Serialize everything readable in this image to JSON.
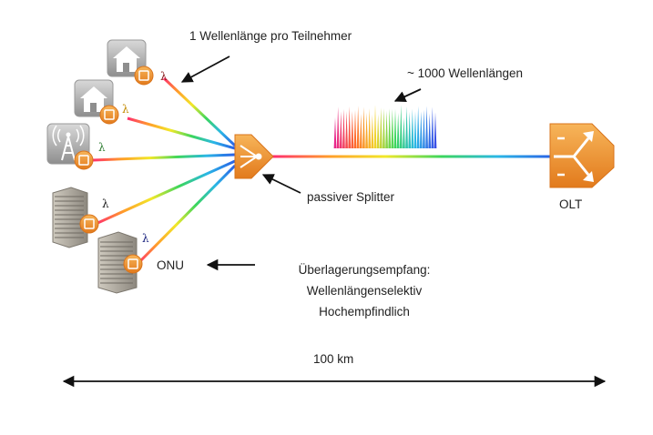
{
  "labels": {
    "per_subscriber": "1 Wellenlänge pro Teilnehmer",
    "wavelengths": "~ 1000 Wellenlängen",
    "splitter": "passiver Splitter",
    "olt": "OLT",
    "onu": "ONU",
    "reception_1": "Überlagerungsempfang:",
    "reception_2": "Wellenlängenselektiv",
    "reception_3": "Hochempfindlich",
    "distance": "100 km"
  },
  "lambda_symbol": "λ",
  "colors": {
    "orange": "#f39a2e",
    "orange_dark": "#d9731a",
    "arrow": "#111111"
  },
  "icons": [
    "house-icon",
    "house-icon",
    "antenna-tower-icon",
    "office-building-icon",
    "office-building-icon",
    "splitter-icon",
    "olt-icon"
  ]
}
